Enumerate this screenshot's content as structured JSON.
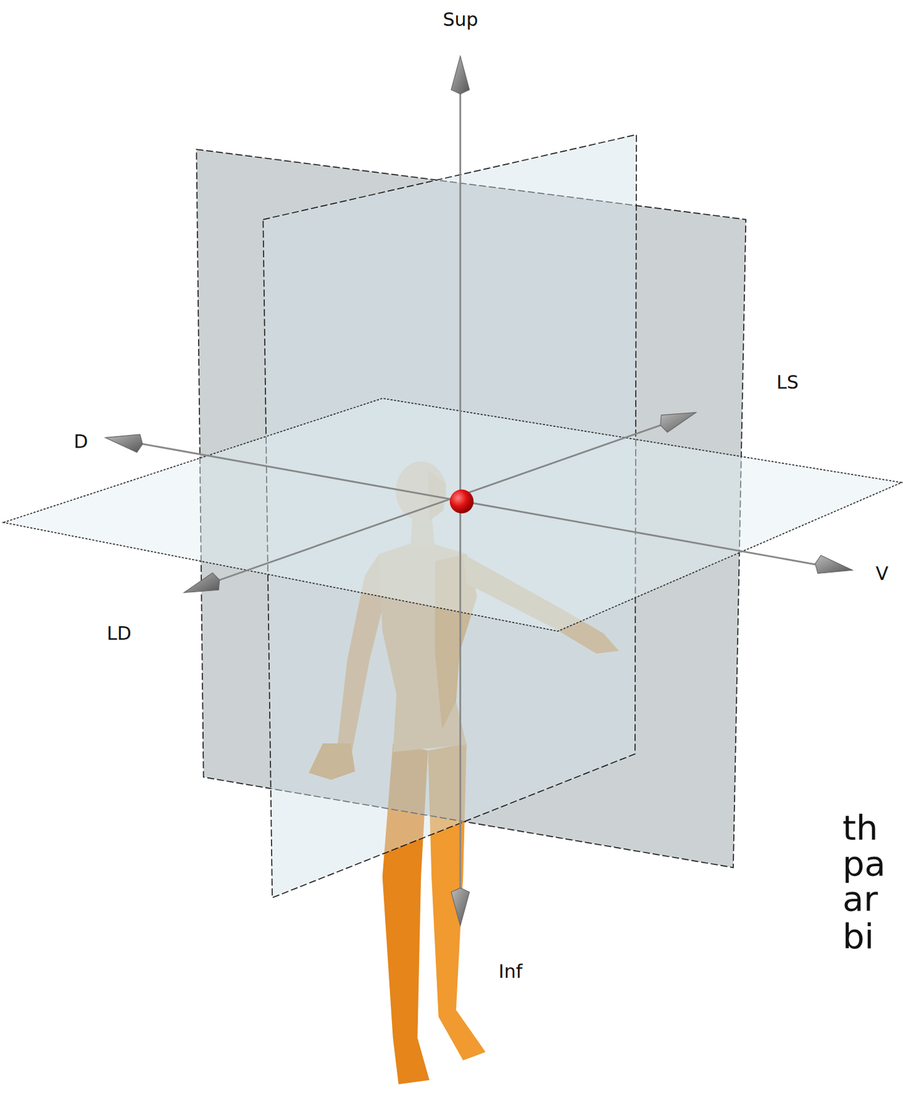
{
  "diagram": {
    "labels": [
      "Sup",
      "LS",
      "D",
      "V",
      "LD",
      "Inf",
      "th",
      "pa",
      "ar",
      "bi"
    ]
  }
}
